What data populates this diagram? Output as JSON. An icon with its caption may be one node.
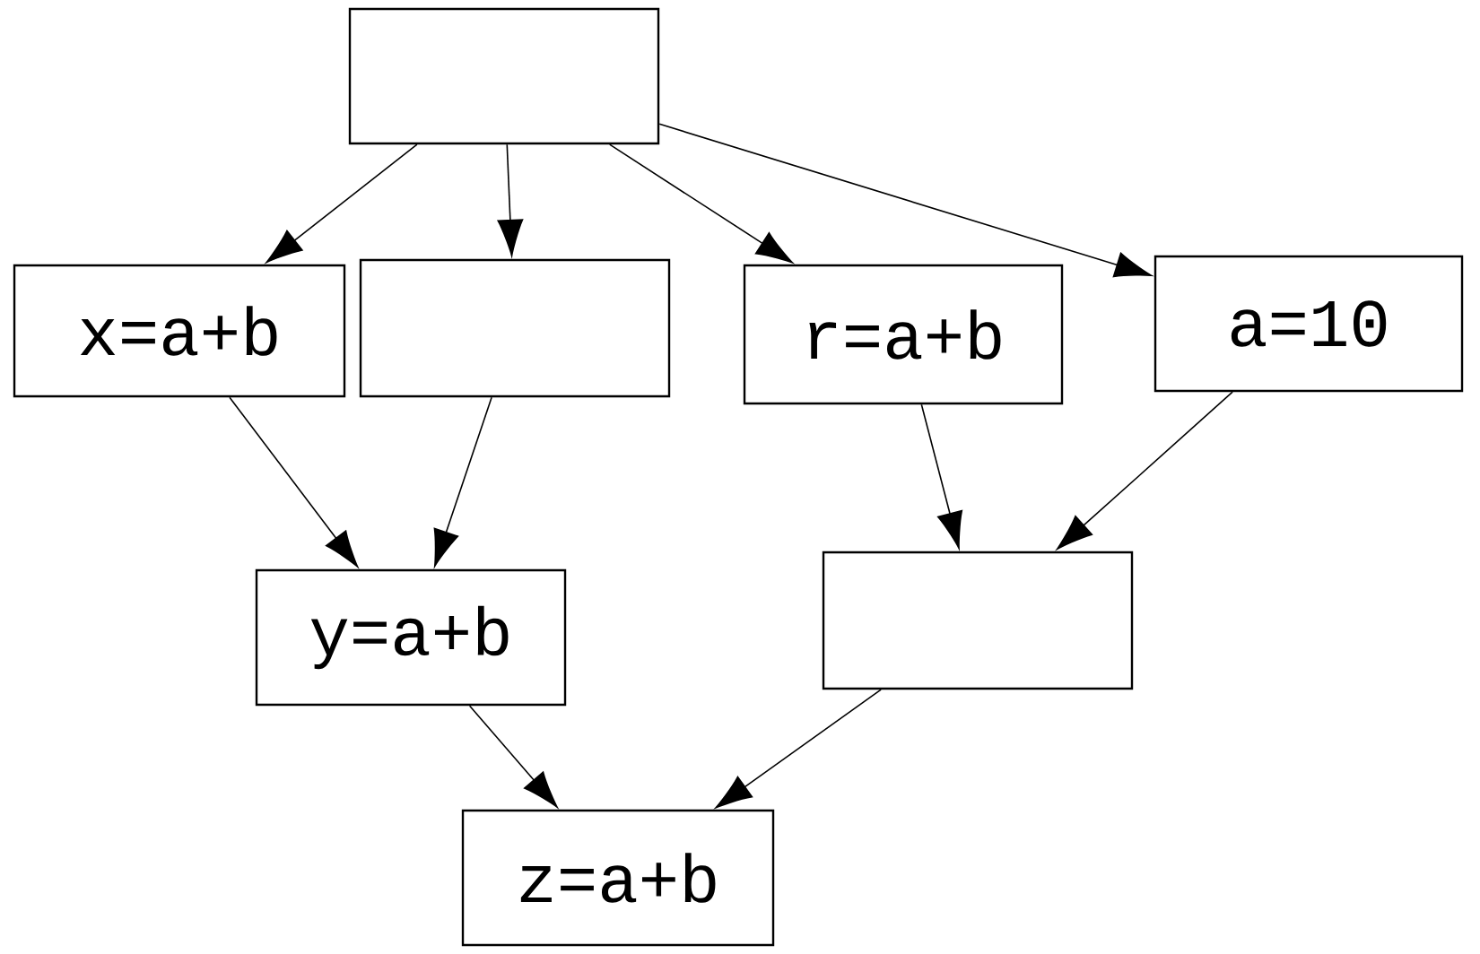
{
  "diagram": {
    "nodes": [
      {
        "text": [],
        "shape": "box"
      },
      {
        "text": [
          "x=a+b"
        ]
      },
      {
        "text": [],
        "shape": "box"
      },
      {
        "text": [
          "r=a+b"
        ]
      },
      {
        "text": [
          "a=10"
        ]
      },
      {
        "text": [
          "y=a+b"
        ]
      },
      {
        "text": [],
        "shape": "box"
      },
      {
        "text": [
          "z=a+b"
        ]
      }
    ],
    "edges": [
      {
        "from": 0,
        "to": 1,
        "arrow": "to"
      },
      {
        "from": 0,
        "to": 2,
        "arrow": "to"
      },
      {
        "from": 0,
        "to": 3,
        "arrow": "to"
      },
      {
        "from": 0,
        "to": 4,
        "arrow": "to"
      },
      {
        "from": 1,
        "to": 5,
        "arrow": "to"
      },
      {
        "from": 2,
        "to": 5,
        "arrow": "to"
      },
      {
        "from": 3,
        "to": 6,
        "arrow": "to"
      },
      {
        "from": 4,
        "to": 6,
        "arrow": "to"
      },
      {
        "from": 5,
        "to": 7,
        "arrow": "to"
      },
      {
        "from": 6,
        "to": 7,
        "arrow": "to"
      }
    ]
  }
}
